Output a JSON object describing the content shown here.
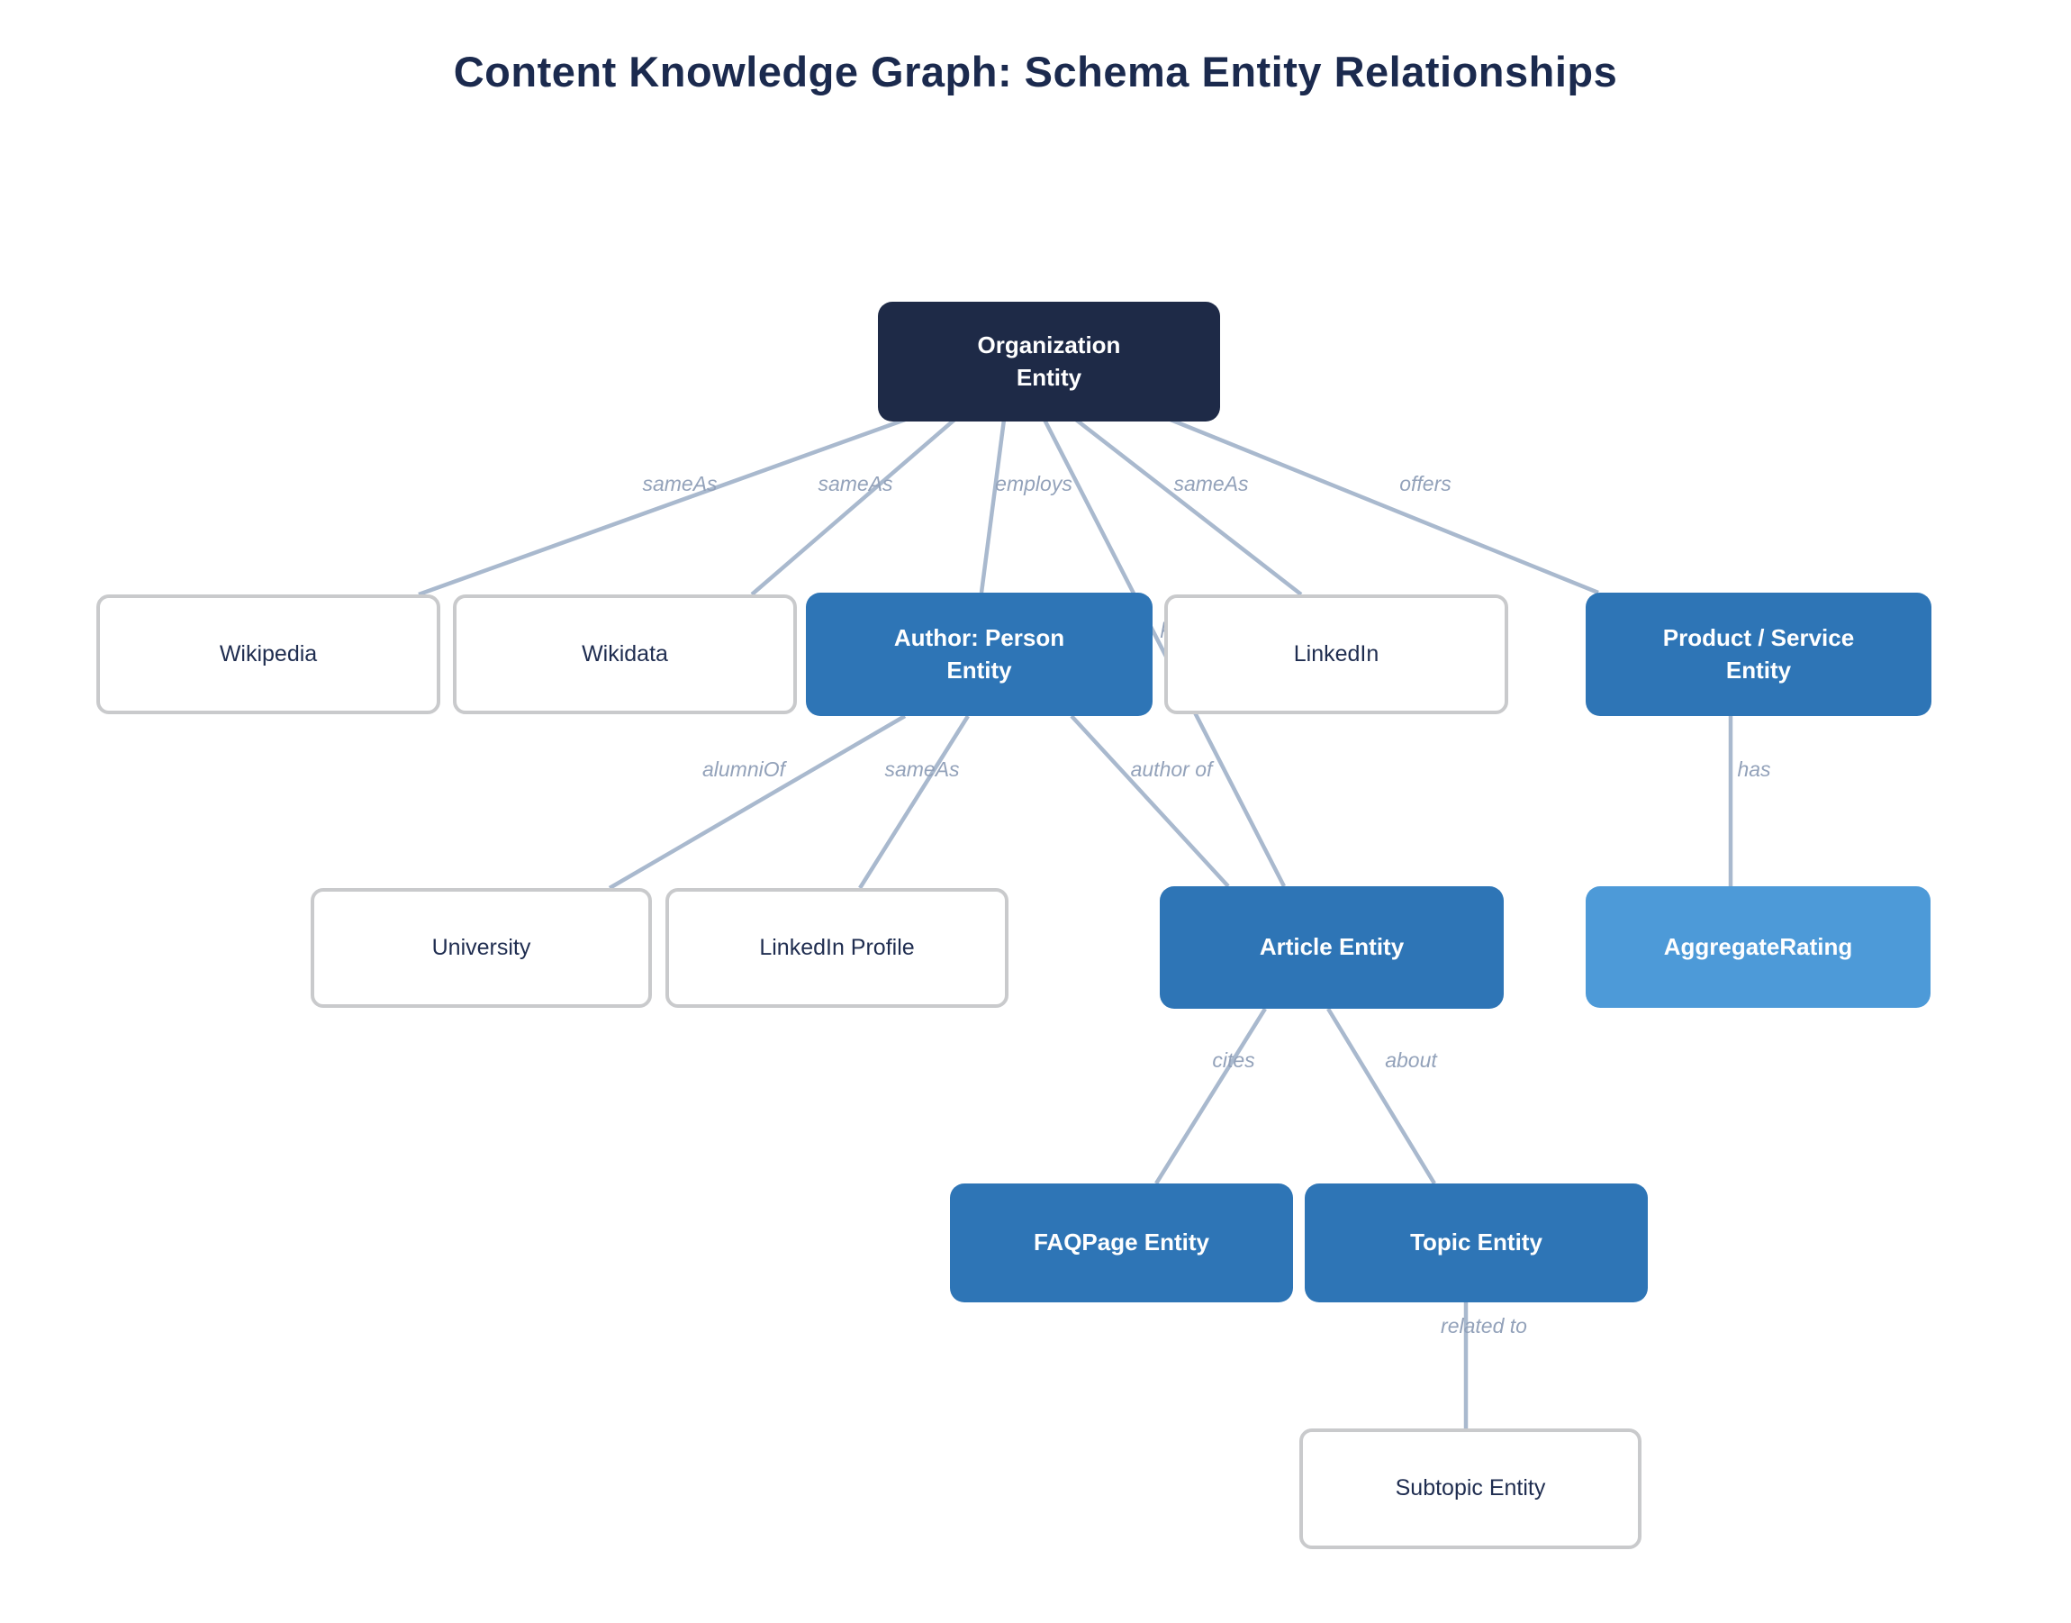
{
  "title": "Content Knowledge Graph: Schema Entity Relationships",
  "colors": {
    "background": "#ffffff",
    "title_text": "#1b2a4e",
    "node_dark": "#1e2a47",
    "node_blue": "#2e75b6",
    "node_light_blue": "#4d9ad8",
    "node_white_border": "#c9cacc",
    "node_white_text": "#1f2d50",
    "edge_line": "#a9b9ce",
    "edge_label_text": "#93a2ba"
  },
  "nodes": {
    "organization": {
      "label": "Organization\nEntity",
      "style": "dark"
    },
    "wikipedia": {
      "label": "Wikipedia",
      "style": "white"
    },
    "wikidata": {
      "label": "Wikidata",
      "style": "white"
    },
    "author_person": {
      "label": "Author: Person\nEntity",
      "style": "blue"
    },
    "linkedin": {
      "label": "LinkedIn",
      "style": "white"
    },
    "product_service": {
      "label": "Product / Service\nEntity",
      "style": "blue"
    },
    "university": {
      "label": "University",
      "style": "white"
    },
    "linkedin_profile": {
      "label": "LinkedIn Profile",
      "style": "white"
    },
    "article": {
      "label": "Article Entity",
      "style": "blue"
    },
    "aggregate_rating": {
      "label": "AggregateRating",
      "style": "lightblue"
    },
    "faqpage": {
      "label": "FAQPage Entity",
      "style": "blue"
    },
    "topic": {
      "label": "Topic Entity",
      "style": "blue"
    },
    "subtopic": {
      "label": "Subtopic Entity",
      "style": "white"
    }
  },
  "edges": {
    "org_wikipedia": {
      "from": "Organization Entity",
      "to": "Wikipedia",
      "label": "sameAs"
    },
    "org_wikidata": {
      "from": "Organization Entity",
      "to": "Wikidata",
      "label": "sameAs"
    },
    "org_author": {
      "from": "Organization Entity",
      "to": "Author: Person Entity",
      "label": "employs"
    },
    "org_article": {
      "from": "Organization Entity",
      "to": "Article Entity",
      "label": "publishes"
    },
    "org_linkedin": {
      "from": "Organization Entity",
      "to": "LinkedIn",
      "label": "sameAs"
    },
    "org_product": {
      "from": "Organization Entity",
      "to": "Product / Service Entity",
      "label": "offers"
    },
    "author_university": {
      "from": "Author: Person Entity",
      "to": "University",
      "label": "alumniOf"
    },
    "author_linkedin_profile": {
      "from": "Author: Person Entity",
      "to": "LinkedIn Profile",
      "label": "sameAs"
    },
    "author_article": {
      "from": "Author: Person Entity",
      "to": "Article Entity",
      "label": "author of"
    },
    "product_aggregate": {
      "from": "Product / Service Entity",
      "to": "AggregateRating",
      "label": "has"
    },
    "article_faqpage": {
      "from": "Article Entity",
      "to": "FAQPage Entity",
      "label": "cites"
    },
    "article_topic": {
      "from": "Article Entity",
      "to": "Topic Entity",
      "label": "about"
    },
    "topic_subtopic": {
      "from": "Topic Entity",
      "to": "Subtopic Entity",
      "label": "related to"
    }
  }
}
